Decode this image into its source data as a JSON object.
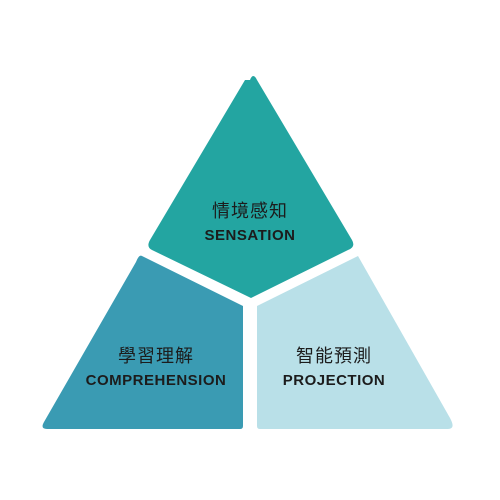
{
  "segments": [
    {
      "id": "top",
      "zh": "情境感知",
      "en": "SENSATION",
      "fill": "#23a5a1",
      "text_color": "#1c1c1c"
    },
    {
      "id": "left",
      "zh": "學習理解",
      "en": "COMPREHENSION",
      "fill": "#3a9bb3",
      "text_color": "#1c1c1c"
    },
    {
      "id": "right",
      "zh": "智能預測",
      "en": "PROJECTION",
      "fill": "#b9e0e8",
      "text_color": "#1c1c1c"
    }
  ]
}
